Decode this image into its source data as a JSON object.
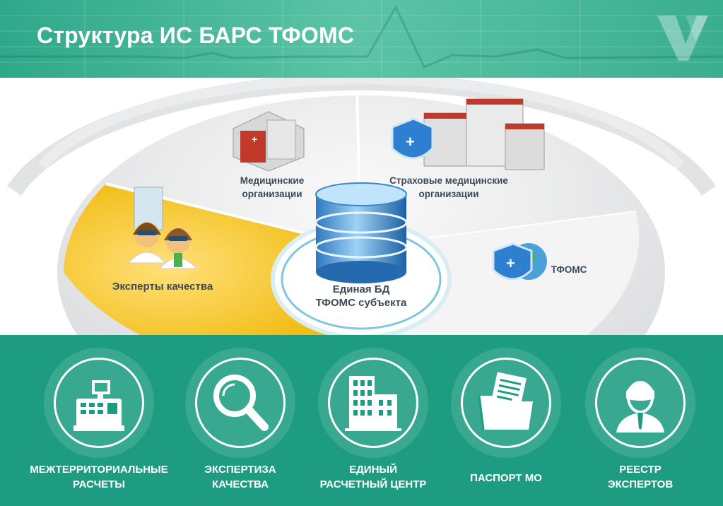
{
  "header": {
    "title": "Структура ИС БАРС ТФОМС"
  },
  "diagram": {
    "center": {
      "line1": "Единая БД",
      "line2": "ТФОМС субъекта"
    },
    "segments": [
      {
        "line1": "Медицинские",
        "line2": "организации"
      },
      {
        "line1": "Страховые медицинские",
        "line2": "организации"
      },
      {
        "line1": "ТФОМС",
        "line2": ""
      },
      {
        "line1": "Эксперты качества",
        "line2": ""
      }
    ]
  },
  "modules": [
    {
      "line1": "МЕЖТЕРРИТОРИАЛЬНЫЕ",
      "line2": "РАСЧЕТЫ",
      "icon": "cash-register-icon"
    },
    {
      "line1": "ЭКСПЕРТИЗА",
      "line2": "КАЧЕСТВА",
      "icon": "magnifier-icon"
    },
    {
      "line1": "ЕДИНЫЙ",
      "line2": "РАСЧЕТНЫЙ ЦЕНТР",
      "icon": "buildings-icon"
    },
    {
      "line1": "ПАСПОРТ МО",
      "line2": "",
      "icon": "folder-icon"
    },
    {
      "line1": "РЕЕСТР",
      "line2": "ЭКСПЕРТОВ",
      "icon": "expert-icon"
    }
  ],
  "colors": {
    "header": "#3aae90",
    "bottom": "#1e9c82",
    "highlight": "#f5c518"
  }
}
